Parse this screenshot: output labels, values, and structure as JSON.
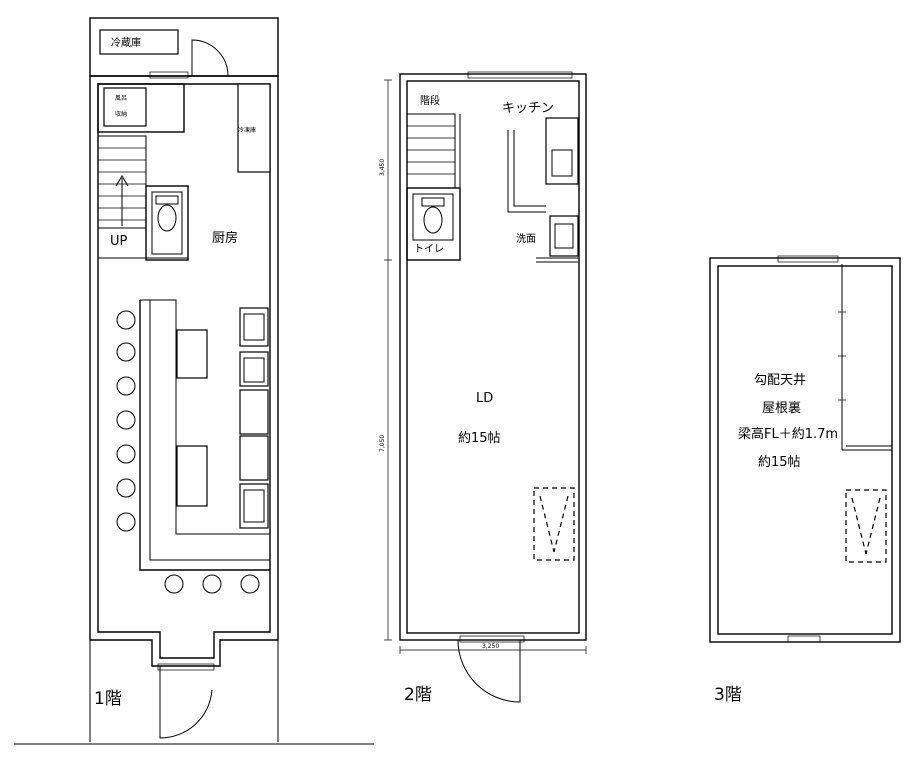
{
  "floor1": {
    "label": "1階",
    "fridge": "冷蔵庫",
    "bath_storage_line1": "風呂",
    "bath_storage_line2": "収納",
    "freezer": "冷凍庫",
    "stairs_up": "UP",
    "kitchen": "厨房"
  },
  "floor2": {
    "label": "2階",
    "stairs": "階段",
    "kitchen": "キッチン",
    "toilet": "トイレ",
    "washroom": "洗面",
    "room_name": "LD",
    "room_size": "約15帖",
    "dim_vertical_upper": "3,450",
    "dim_vertical_lower": "7,050",
    "dim_horizontal": "3,250"
  },
  "floor3": {
    "label": "3階",
    "line1": "勾配天井",
    "line2": "屋根裏",
    "line3": "梁高FL＋約1.7m",
    "line4": "約15帖"
  }
}
